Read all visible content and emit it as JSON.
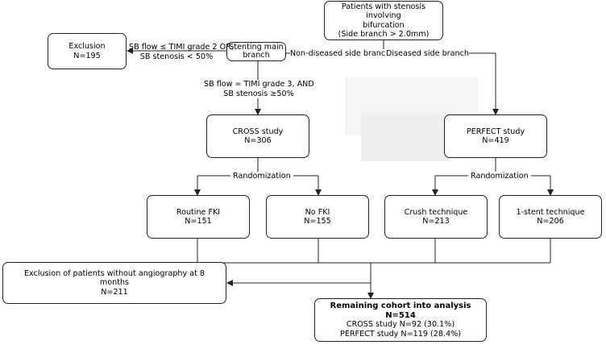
{
  "boxes": {
    "patients": {
      "line1": "Patients with stenosis involving",
      "line2": "bifurcation",
      "line3": "(Side branch > 2.0mm)"
    },
    "exclusion": {
      "line1": "Exclusion",
      "line2": "N=195"
    },
    "stenting": {
      "line1": "Stenting main",
      "line2": "branch"
    },
    "cross": {
      "line1": "CROSS study",
      "line2": "N=306"
    },
    "perfect": {
      "line1": "PERFECT study",
      "line2": "N=419"
    },
    "routine_fki": {
      "line1": "Routine FKI",
      "line2": "N=151"
    },
    "no_fki": {
      "line1": "No FKI",
      "line2": "N=155"
    },
    "crush": {
      "line1": "Crush technique",
      "line2": "N=213"
    },
    "one_stent": {
      "line1": "1-stent technique",
      "line2": "N=206"
    },
    "exclusion_angio": {
      "line1": "Exclusion of patients without angiography at 8",
      "line2": "months",
      "line3": "N=211"
    },
    "remaining": {
      "line1": "Remaining cohort into analysis N=514",
      "line2": "CROSS study N=92 (30.1%)",
      "line3": "PERFECT study N=119 (28.4%)"
    }
  },
  "labels": {
    "sb_flow_exclusion": {
      "line1": "SB flow ≤ TIMI grade 2 OR,",
      "line2": "SB stenosis < 50%"
    },
    "non_diseased": "Non-diseased side branch",
    "diseased": "Diseased side branch",
    "sb_flow_cross": {
      "line1": "SB flow = TIMI grade 3, AND",
      "line2": "SB stenosis ≥50%"
    },
    "randomization_left": "Randomization",
    "randomization_right": "Randomization"
  },
  "colors": {
    "line": "#222222",
    "shade": "#f5f5f5"
  }
}
